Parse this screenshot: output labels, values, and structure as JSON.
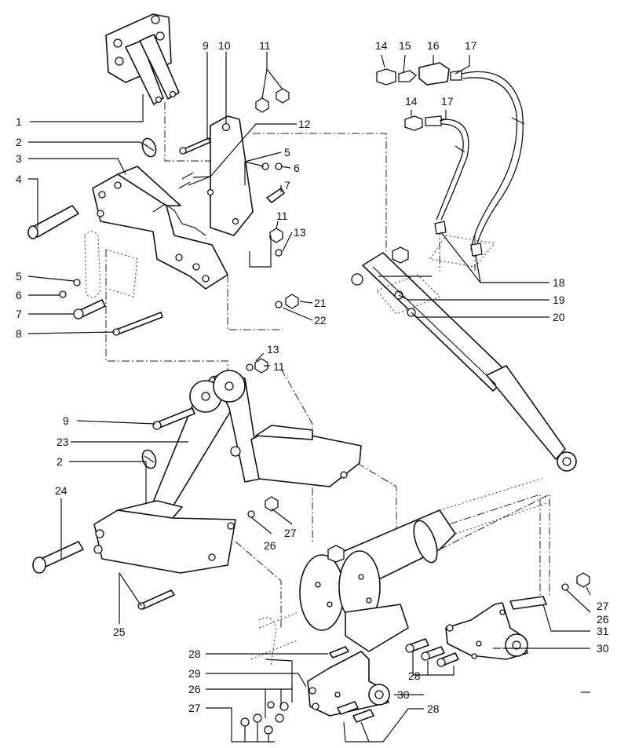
{
  "callouts": {
    "n1": "1",
    "n2a": "2",
    "n2b": "2",
    "n3": "3",
    "n4": "4",
    "n5a": "5",
    "n5b": "5",
    "n6a": "6",
    "n6b": "6",
    "n7a": "7",
    "n7b": "7",
    "n8": "8",
    "n9a": "9",
    "n9b": "9",
    "n10": "10",
    "n11a": "11",
    "n11b": "11",
    "n11c": "11",
    "n12": "12",
    "n13a": "13",
    "n13b": "13",
    "n14a": "14",
    "n14b": "14",
    "n15": "15",
    "n16": "16",
    "n17a": "17",
    "n17b": "17",
    "n18": "18",
    "n19": "19",
    "n20": "20",
    "n21": "21",
    "n22": "22",
    "n23": "23",
    "n24": "24",
    "n25": "25",
    "n26a": "26",
    "n26b": "26",
    "n26c": "26",
    "n27a": "27",
    "n27b": "27",
    "n27c": "27",
    "n28a": "28",
    "n28b": "28",
    "n28c": "28",
    "n29": "29",
    "n30a": "30",
    "n30b": "30",
    "n31": "31"
  }
}
